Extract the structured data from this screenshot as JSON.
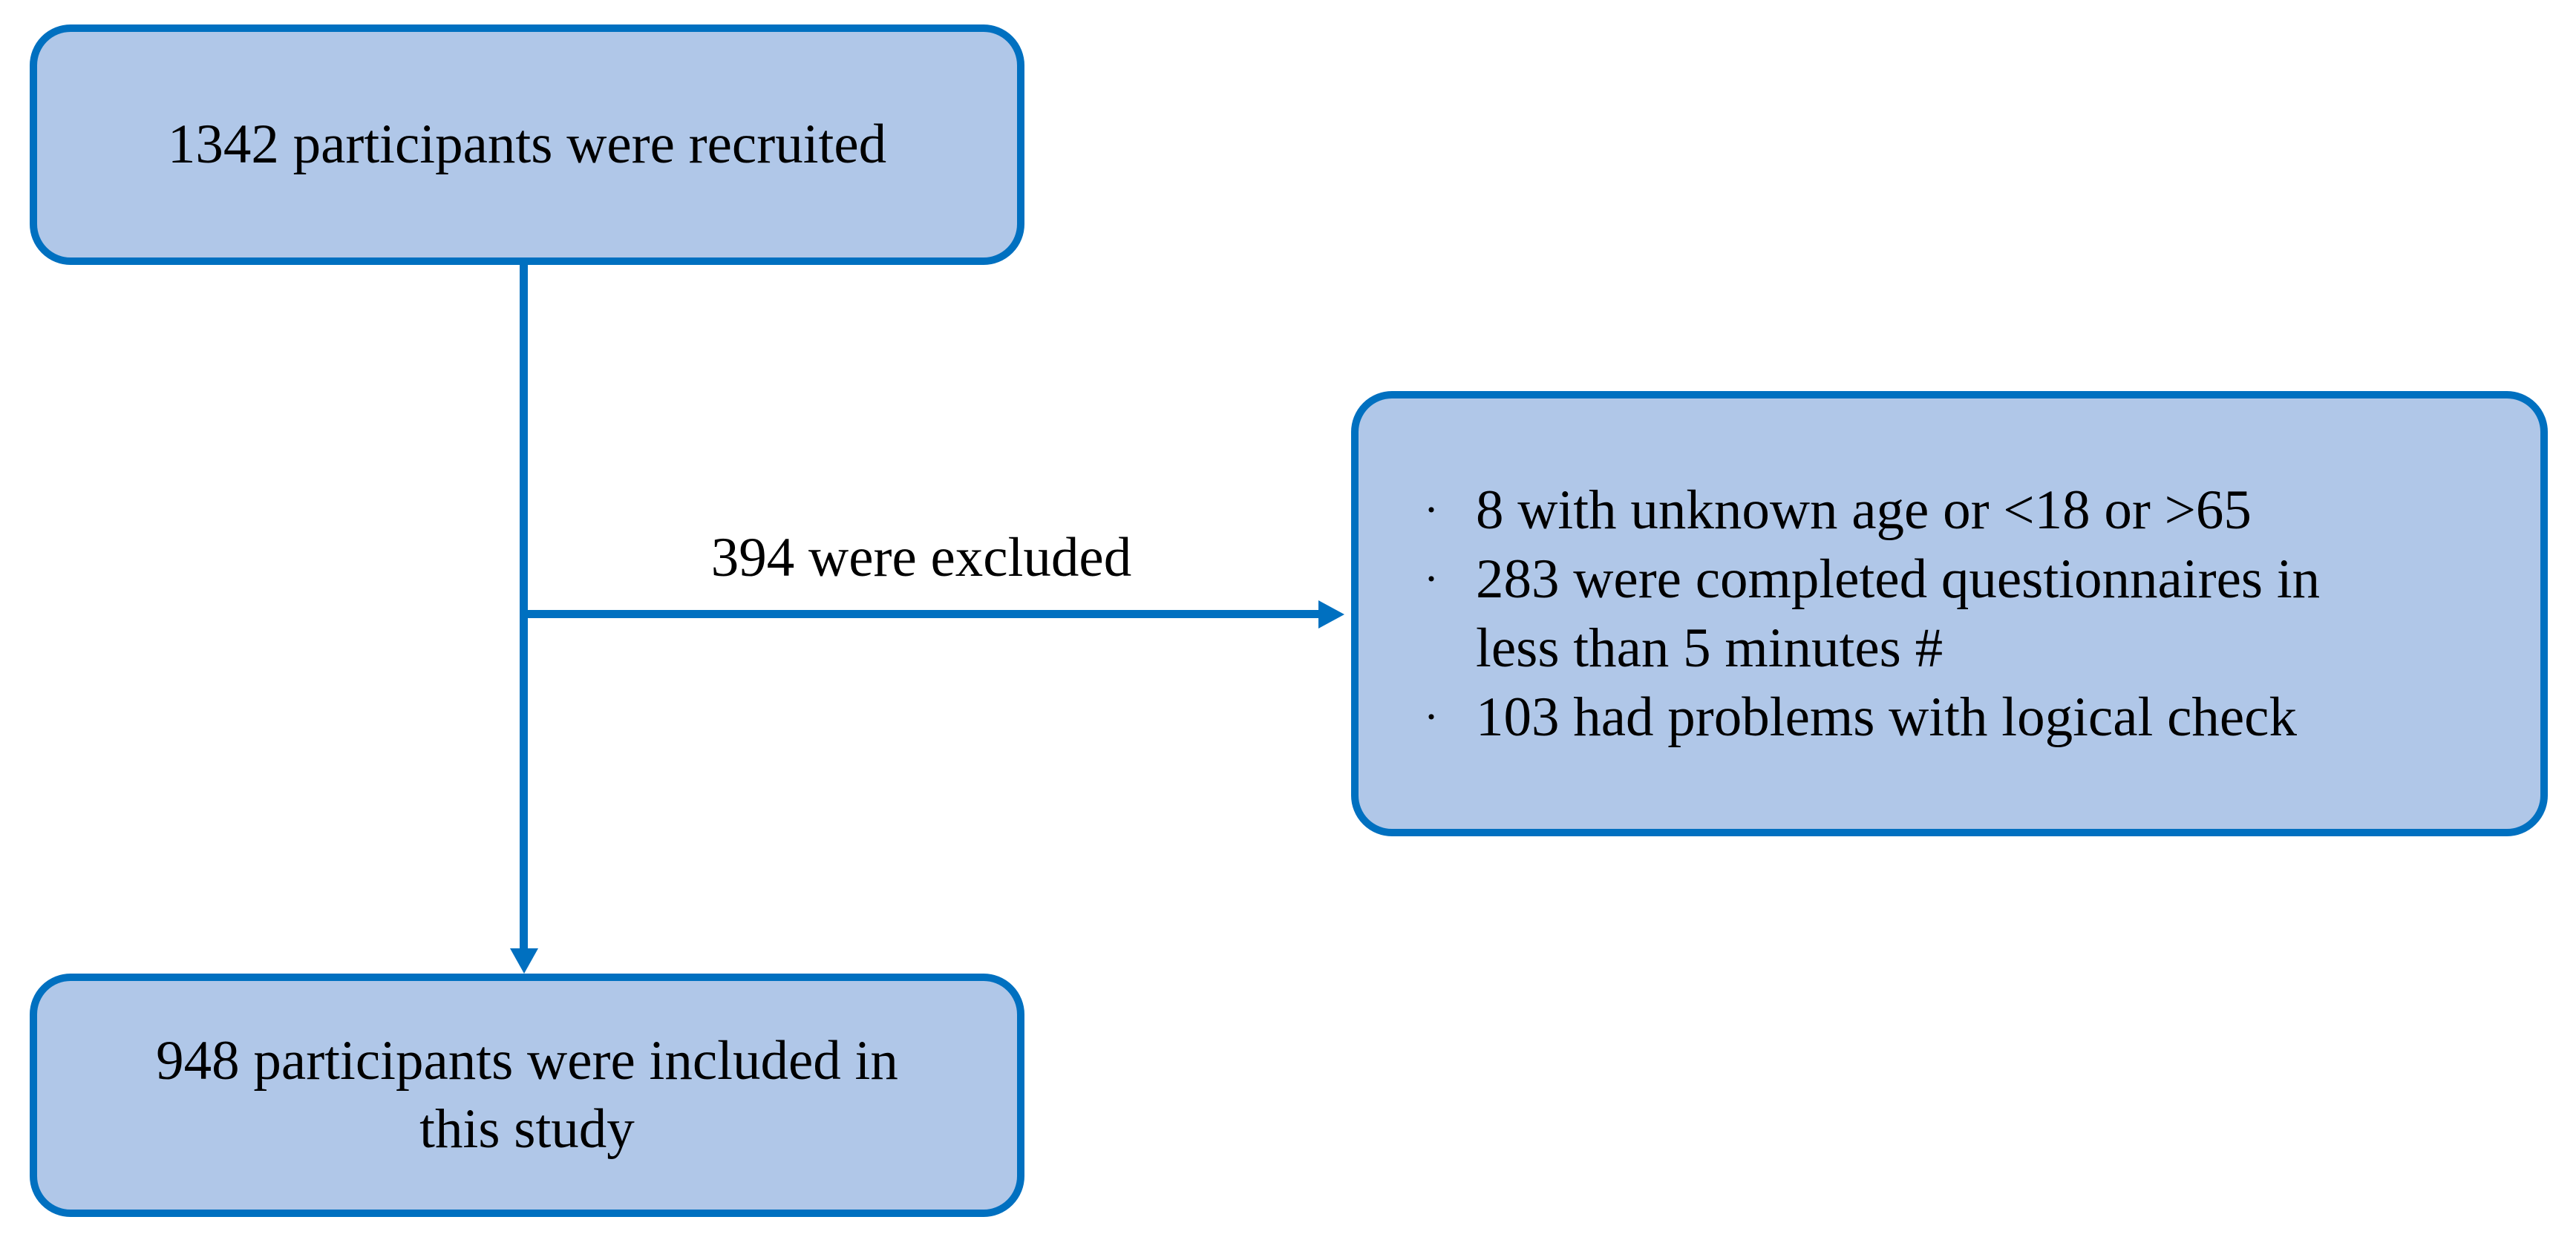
{
  "figure": {
    "colors": {
      "box_fill": "#B0C7E8",
      "box_border": "#0070C0",
      "arrow": "#0070C0",
      "text": "#000000",
      "background": "#FFFFFF"
    },
    "bullet_glyph": "·",
    "nodes": {
      "recruited": {
        "text": "1342 participants were recruited"
      },
      "excluded": {
        "bullets": [
          {
            "lines": [
              "8 with unknown age or <18 or >65"
            ]
          },
          {
            "lines": [
              "283 were completed questionnaires in",
              "less than 5 minutes #"
            ]
          },
          {
            "lines": [
              "103 had problems with logical check"
            ]
          }
        ]
      },
      "included": {
        "lines": [
          "948 participants were included in",
          "this study"
        ]
      }
    },
    "edges": {
      "excluded_label": "394 were excluded"
    }
  }
}
